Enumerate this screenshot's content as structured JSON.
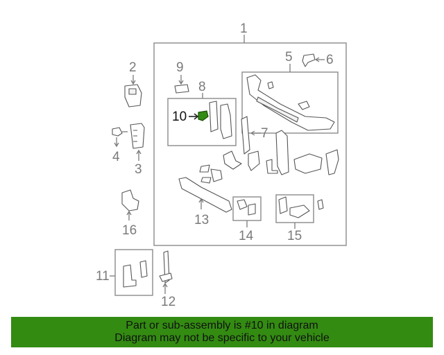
{
  "diagram": {
    "callouts": {
      "c1": "1",
      "c2": "2",
      "c3": "3",
      "c4": "4",
      "c5": "5",
      "c6": "6",
      "c7": "7",
      "c8": "8",
      "c9": "9",
      "c10": "10",
      "c11": "11",
      "c12": "12",
      "c13": "13",
      "c14": "14",
      "c15": "15",
      "c16": "16"
    },
    "highlight_color": "#338b12"
  },
  "banner": {
    "line1": "Part or sub-assembly is #10 in diagram",
    "line2": "Diagram may not be specific to your vehicle",
    "background": "#338b12"
  }
}
